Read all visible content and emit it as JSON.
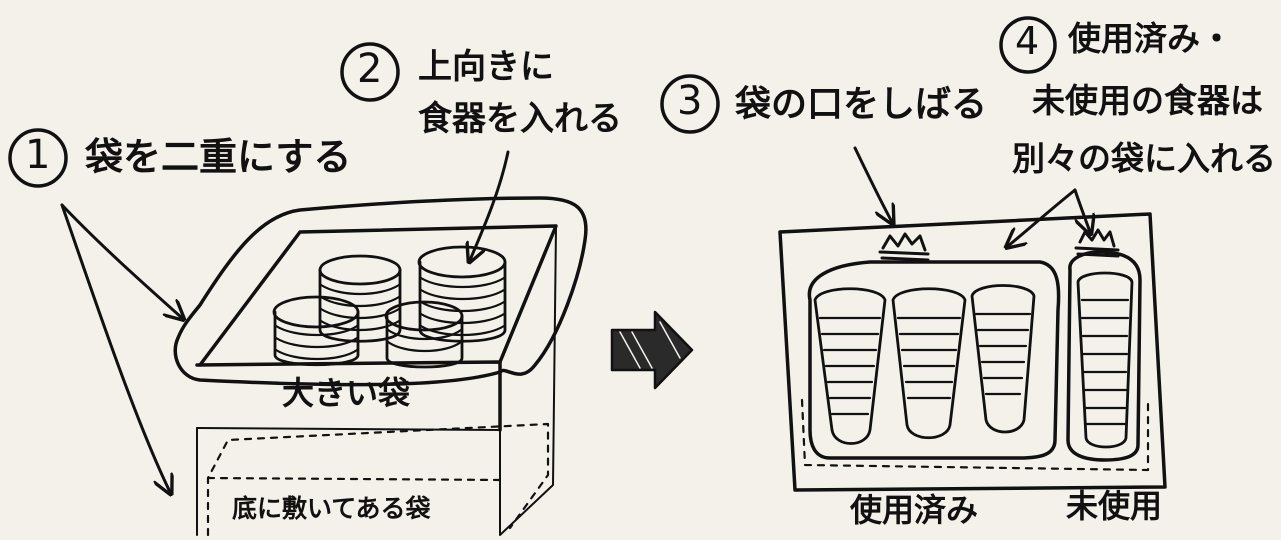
{
  "steps": [
    {
      "number": "1",
      "text": "袋を二重にする"
    },
    {
      "number": "2",
      "line1": "上向きに",
      "line2": "食器を入れる"
    },
    {
      "number": "3",
      "text": "袋の口をしばる"
    },
    {
      "number": "4",
      "line1": "使用済み・",
      "line2": "未使用の食器は",
      "line3": "別々の袋に入れる"
    }
  ],
  "box_labels": {
    "outer_bag": "大きい袋",
    "bottom_bag": "底に敷いてある袋"
  },
  "bag_labels": {
    "used": "使用済み",
    "unused": "未使用"
  },
  "colors": {
    "ink": "#111111",
    "paper": "#f3f1ea"
  }
}
